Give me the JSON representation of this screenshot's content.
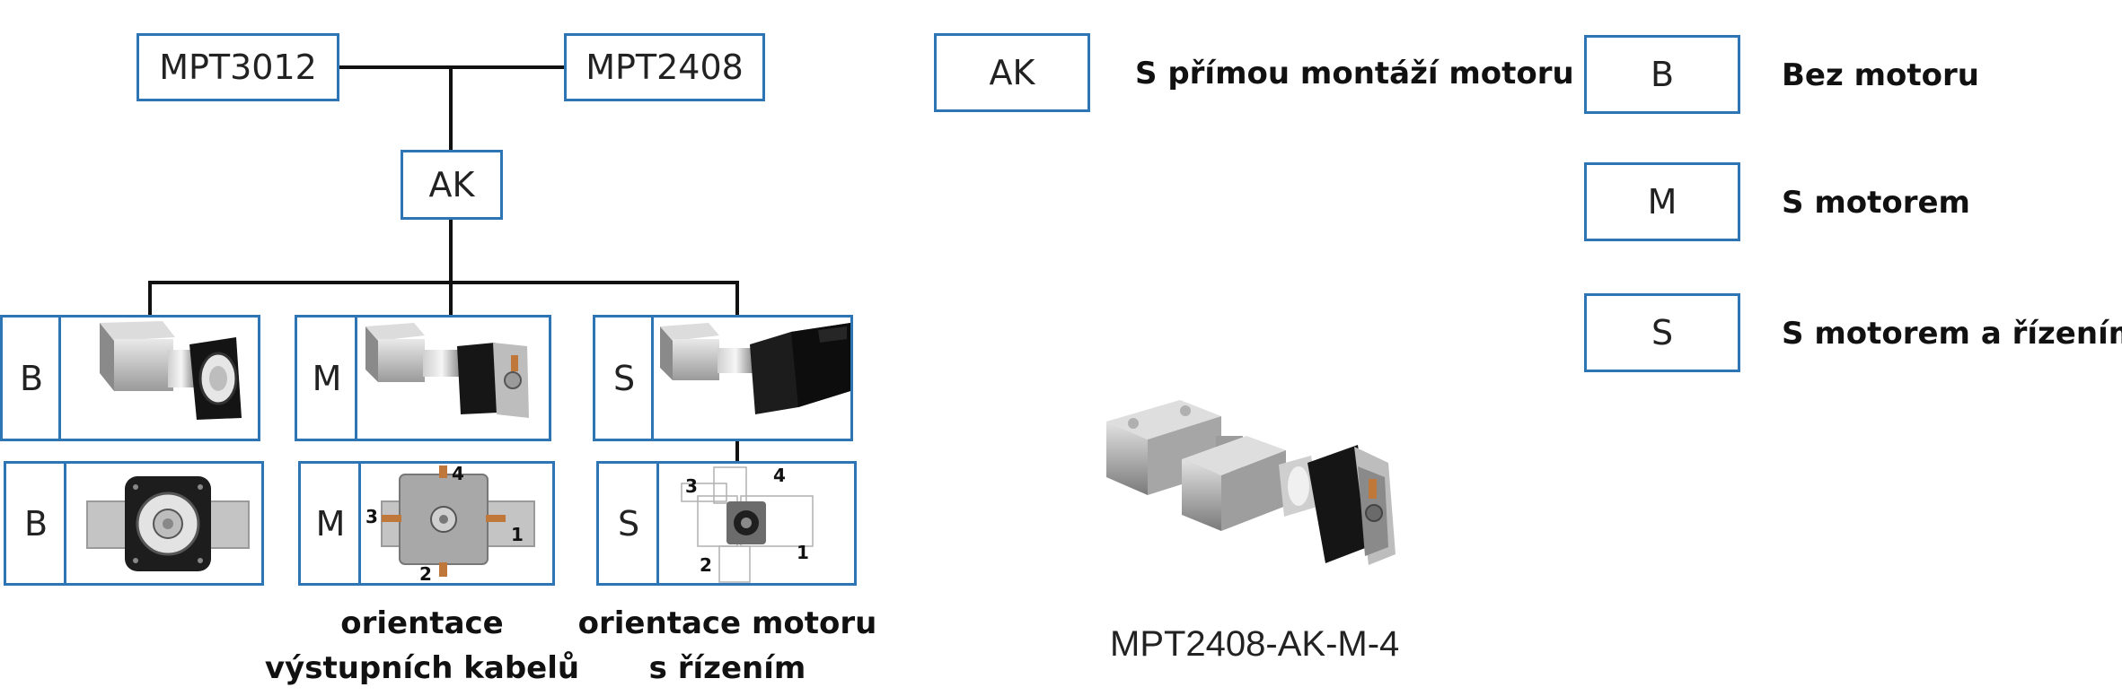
{
  "tree": {
    "top_left": "MPT3012",
    "top_right": "MPT2408",
    "middle": "AK",
    "row1": [
      "B",
      "M",
      "S"
    ],
    "row2": [
      "B",
      "M",
      "S"
    ]
  },
  "orientation_numbers": {
    "m": [
      "4",
      "3",
      "1",
      "2"
    ],
    "s": [
      "3",
      "4",
      "2",
      "1"
    ]
  },
  "captions": {
    "cables_line1": "orientace",
    "cables_line2": "výstupních kabelů",
    "motor_line1": "orientace motoru",
    "motor_line2": "s řízením"
  },
  "legend": [
    {
      "code": "AK",
      "text": "S přímou montáží motoru"
    },
    {
      "code": "B",
      "text": "Bez motoru"
    },
    {
      "code": "M",
      "text": "S motorem"
    },
    {
      "code": "S",
      "text": "S motorem a řízením"
    }
  ],
  "example": {
    "label": "MPT2408-AK-M-4"
  }
}
